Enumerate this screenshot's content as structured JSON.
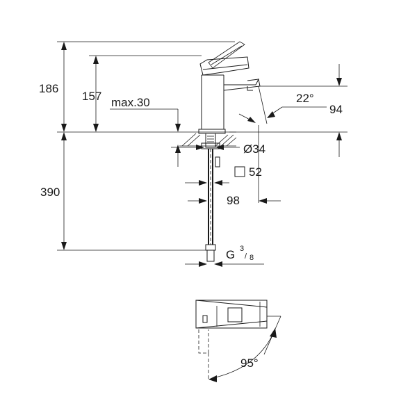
{
  "dimensions": {
    "height_total": "186",
    "height_spout": "157",
    "deck_thickness": "max.30",
    "spout_angle": "22°",
    "spout_height": "94",
    "hole_diameter": "Ø34",
    "base_square": "52",
    "depth": "98",
    "hose_length": "390",
    "connection_main": "G",
    "connection_num": "3",
    "connection_den": "8",
    "lever_angle": "95°"
  },
  "colors": {
    "line": "#1a1a1a",
    "background": "#ffffff"
  }
}
